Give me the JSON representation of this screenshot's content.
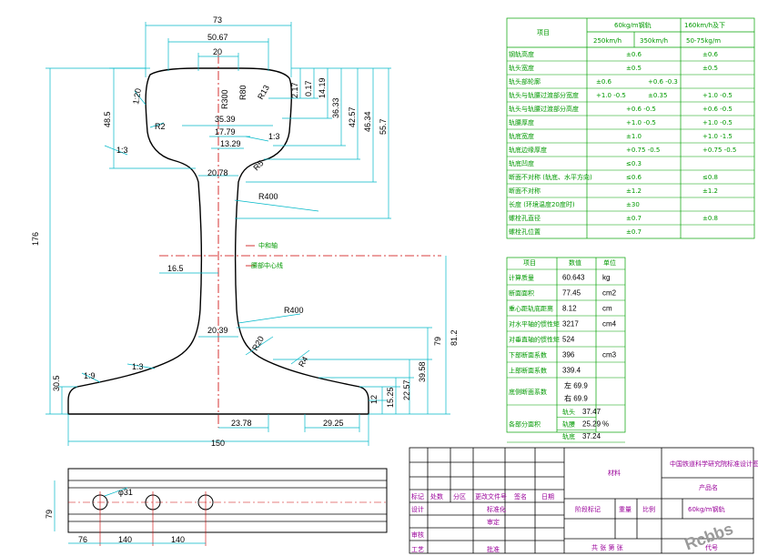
{
  "profile": {
    "dims": {
      "d73": "73",
      "d5067": "50.67",
      "d20": "20",
      "r300": "R300",
      "r80": "R80",
      "r13": "R13",
      "d217": "2.17",
      "d017": "0.17",
      "d1419": "14.19",
      "d3633": "36.33",
      "d4257": "42.57",
      "d4634": "46.34",
      "d557": "55.7",
      "d485": "48.5",
      "slope120": "1:20",
      "r2": "R2",
      "d3539": "35.39",
      "d1779": "17.79",
      "d1329": "13.29",
      "slope13a": "1:3",
      "slope13b": "1:3",
      "r5": "R5",
      "d2078": "20.78",
      "r400a": "R400",
      "d176": "176",
      "d165": "16.5",
      "neutral": "中和轴",
      "neutral2": "腰部中心线",
      "r400b": "R400",
      "d2039": "20.39",
      "r20": "R20",
      "r4": "R4",
      "d812": "81.2",
      "d79": "79",
      "d305": "30.5",
      "slope19": "1:9",
      "slope13c": "1:3",
      "d3958": "39.58",
      "d2257": "22.57",
      "d1525": "15.25",
      "d12": "12",
      "d2378": "23.78",
      "d2925": "29.25",
      "d150": "150"
    }
  },
  "tolerance_table": {
    "header_item": "项目",
    "header_group": "60kg/m钢轨",
    "header_right_top": "160km/h及下",
    "header_speed1": "250km/h",
    "header_speed2": "350km/h",
    "header_right_sub": "50-75kg/m",
    "rows": [
      {
        "label": "钢轨高度",
        "mid": "±0.6",
        "right": "±0.6"
      },
      {
        "label": "轨头宽度",
        "mid": "±0.5",
        "right": "±0.5"
      },
      {
        "label": "轨头部轮廓",
        "mid": "±0.6",
        "mid_b": "+0.6 -0.3",
        "right": ""
      },
      {
        "label": "轨头与轨腰过渡部分宽度",
        "mid": "+1.0 -0.5",
        "mid_b": "±0.35",
        "right": "+1.0 -0.5"
      },
      {
        "label": "轨头与轨腰过渡部分高度",
        "mid": "+0.6 -0.5",
        "right": "+0.6 -0.5"
      },
      {
        "label": "轨腰厚度",
        "mid": "+1.0 -0.5",
        "right": "+1.0 -0.5"
      },
      {
        "label": "轨底宽度",
        "mid": "±1.0",
        "right": "+1.0 -1.5"
      },
      {
        "label": "轨底边缘厚度",
        "mid": "+0.75 -0.5",
        "right": "+0.75 -0.5"
      },
      {
        "label": "轨底凹度",
        "mid": "≤0.3",
        "right": ""
      },
      {
        "label": "断面不对称 (轨底、水平方向)",
        "mid": "≤0.6",
        "right": "≤0.8"
      },
      {
        "label": "断面不对称",
        "mid": "±1.2",
        "right": "±1.2"
      },
      {
        "label": "长度 (环境温度20度时)",
        "mid": "±30",
        "right": ""
      },
      {
        "label": "螺栓孔直径",
        "mid": "±0.7",
        "right": "±0.8"
      },
      {
        "label": "螺栓孔位置",
        "mid": "±0.7",
        "right": ""
      }
    ]
  },
  "property_table": {
    "header_item": "项目",
    "header_value": "数值",
    "header_unit": "单位",
    "rows": [
      {
        "label": "计算质量",
        "value": "60.643",
        "unit": "kg"
      },
      {
        "label": "断面面积",
        "value": "77.45",
        "unit": "cm2"
      },
      {
        "label": "重心距轨底距离",
        "value": "8.12",
        "unit": "cm"
      },
      {
        "label": "对水平轴的惯性矩",
        "value": "3217",
        "unit": "cm4"
      },
      {
        "label": "对垂直轴的惯性矩",
        "value": "524",
        "unit": ""
      },
      {
        "label": "下部断面系数",
        "value": "396",
        "unit": "cm3"
      },
      {
        "label": "上部断面系数",
        "value": "339.4",
        "unit": ""
      },
      {
        "label": "底侧断面系数",
        "value_a": "左 69.9",
        "value_b": "右 69.9",
        "unit": ""
      },
      {
        "label": "各部分面积",
        "sub": [
          {
            "part": "轨头",
            "value": "37.47"
          },
          {
            "part": "轨腰",
            "value": "25.29"
          },
          {
            "part": "轨底",
            "value": "37.24"
          }
        ],
        "unit": "%"
      }
    ]
  },
  "side_view": {
    "hole": "φ31",
    "d79": "79",
    "d76": "76",
    "d140a": "140",
    "d140b": "140"
  },
  "title_block": {
    "material": "材料",
    "title": "中国铁道科学研究院标准设计图",
    "product": "产品名",
    "scale_label": "比例",
    "weight_label": "重量",
    "product_value": "60kg/m钢轨",
    "code": "代号",
    "sheets": "共 张 第 张",
    "marks": "阶段标记",
    "row_labels": [
      "标记",
      "处数",
      "分区",
      "更改文件号",
      "签名",
      "日期"
    ],
    "sign_rows": [
      "设计",
      "审核",
      "工艺"
    ],
    "sign_mid": [
      "标准化",
      "审定",
      "批准"
    ]
  },
  "watermark": "Rcbbs",
  "colors": {
    "cyan": "#00b8c8",
    "green": "#00a000",
    "red": "#cc0000",
    "black": "#000000"
  }
}
